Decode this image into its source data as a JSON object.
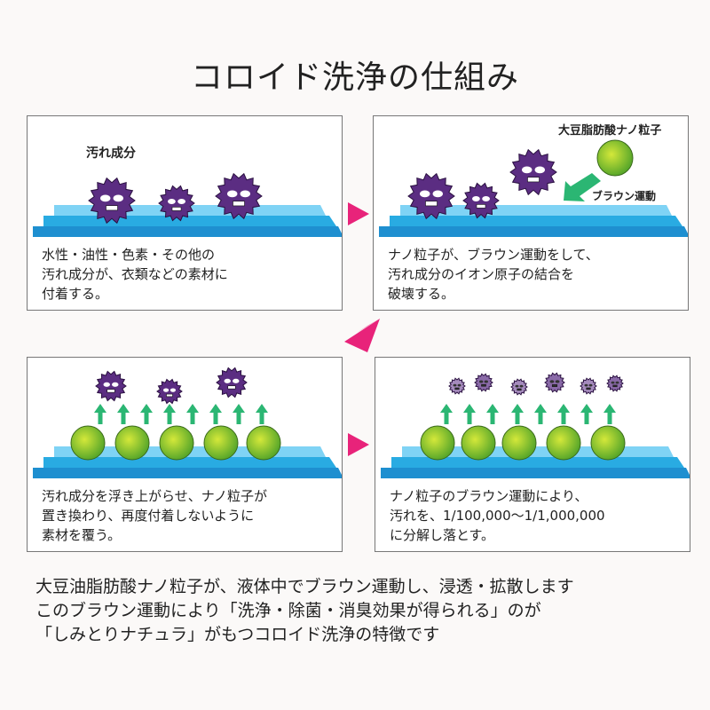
{
  "title": "コロイド洗浄の仕組み",
  "panels": [
    {
      "label": "汚れ成分",
      "text": "水性・油性・色素・その他の\n汚れ成分が、衣類などの素材に\n付着する。"
    },
    {
      "label": "大豆脂肪酸ナノ粒子",
      "label2": "ブラウン運動",
      "text": "ナノ粒子が、ブラウン運動をして、\n汚れ成分のイオン原子の結合を\n破壊する。"
    },
    {
      "text": "汚れ成分を浮き上がらせ、ナノ粒子が\n置き換わり、再度付着しないように\n素材を覆う。"
    },
    {
      "text": "ナノ粒子のブラウン運動により、\n汚れを、1/100,000〜1/1,000,000\nに分解し落とす。"
    }
  ],
  "footer": [
    "大豆油脂肪酸ナノ粒子が、液体中でブラウン運動し、浸透・拡散します",
    "このブラウン運動により「洗浄・除菌・消臭効果が得られる」のが",
    "「しみとりナチュラ」がもつコロイド洗浄の特徴です"
  ],
  "colors": {
    "germ": "#5b2d82",
    "particle": "#8cc63f",
    "arrow": "#2bb673",
    "pink": "#e8237a",
    "fabric": "#29abe2"
  }
}
